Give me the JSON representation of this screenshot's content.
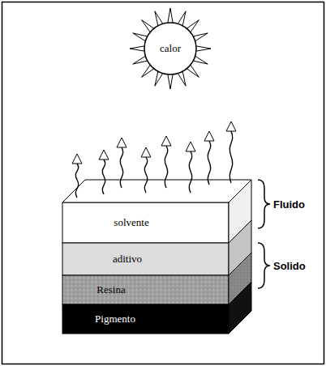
{
  "diagram": {
    "nodes": [
      {
        "text": [
          "calor"
        ]
      },
      {
        "text": [
          "solvente"
        ]
      },
      {
        "text": [
          "aditivo"
        ]
      },
      {
        "text": [
          "Resina"
        ]
      },
      {
        "text": [
          "Pigmento"
        ]
      }
    ],
    "labels": [
      "Fluido",
      "Solido"
    ]
  }
}
